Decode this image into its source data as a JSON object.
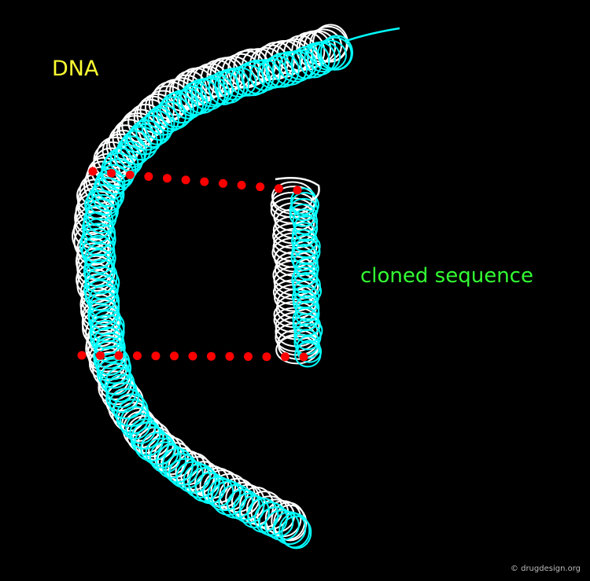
{
  "labels": {
    "dna": "DNA",
    "cloned_sequence": "cloned sequence",
    "copyright": "© drugdesign.org"
  },
  "colors": {
    "background": "#000000",
    "strand_a": "#ffffff",
    "strand_b": "#00ffff",
    "cut_marks": "#ff0000",
    "dna_label": "#ffff33",
    "clone_label": "#33ff33"
  }
}
